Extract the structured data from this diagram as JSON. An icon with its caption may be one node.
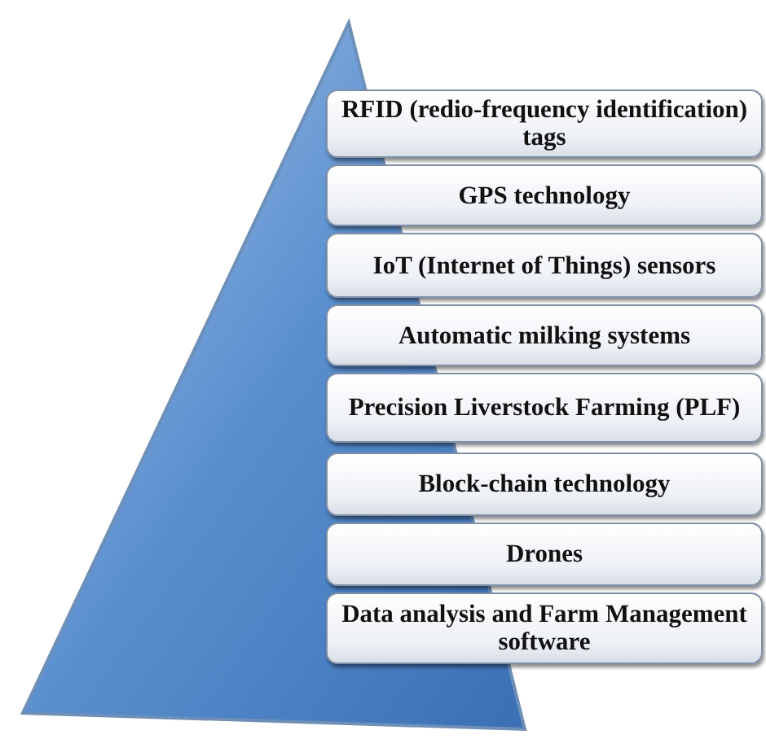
{
  "diagram": {
    "nodes": [
      {
        "text": [
          "RFID (redio-frequency identification) tags"
        ]
      },
      {
        "text": [
          "GPS technology"
        ]
      },
      {
        "text": [
          "IoT (Internet of Things) sensors"
        ]
      },
      {
        "text": [
          "Automatic milking systems"
        ]
      },
      {
        "text": [
          "Precision Liverstock Farming (PLF)"
        ]
      },
      {
        "text": [
          "Block-chain technology"
        ]
      },
      {
        "text": [
          "Drones"
        ]
      },
      {
        "text": [
          "Data analysis and Farm Management software"
        ]
      }
    ]
  }
}
